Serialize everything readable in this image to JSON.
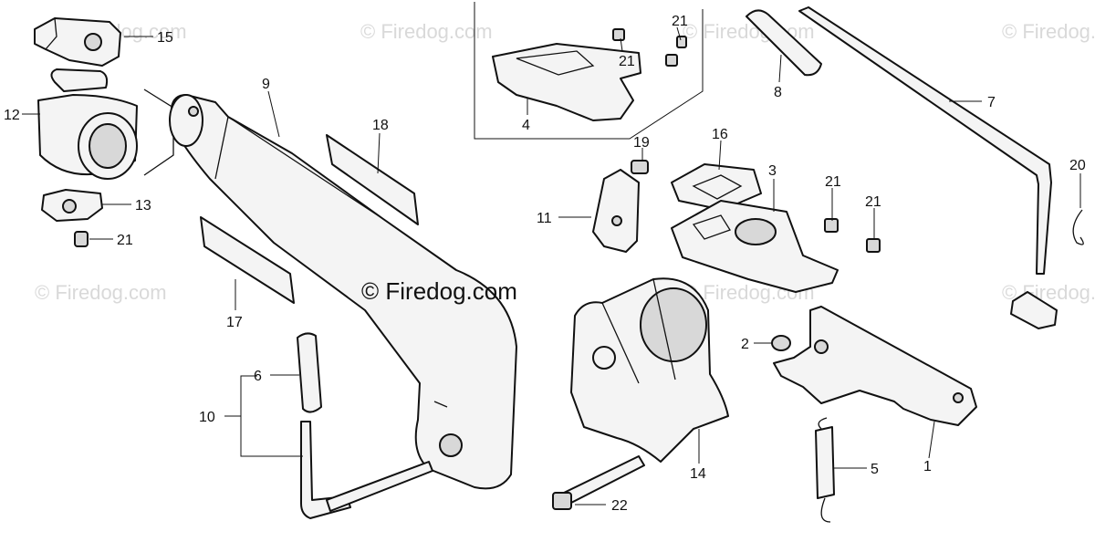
{
  "watermarks": {
    "faint": "© Firedog.com",
    "main": "© Firedog.com"
  },
  "callouts": {
    "c1": "1",
    "c2": "2",
    "c3": "3",
    "c4": "4",
    "c5": "5",
    "c6": "6",
    "c7": "7",
    "c8": "8",
    "c9": "9",
    "c10": "10",
    "c11": "11",
    "c12": "12",
    "c13": "13",
    "c14": "14",
    "c15": "15",
    "c16": "16",
    "c17": "17",
    "c18": "18",
    "c19": "19",
    "c20": "20",
    "c21a": "21",
    "c21b": "21",
    "c21c": "21",
    "c21d": "21",
    "c21e": "21",
    "c22": "22"
  }
}
